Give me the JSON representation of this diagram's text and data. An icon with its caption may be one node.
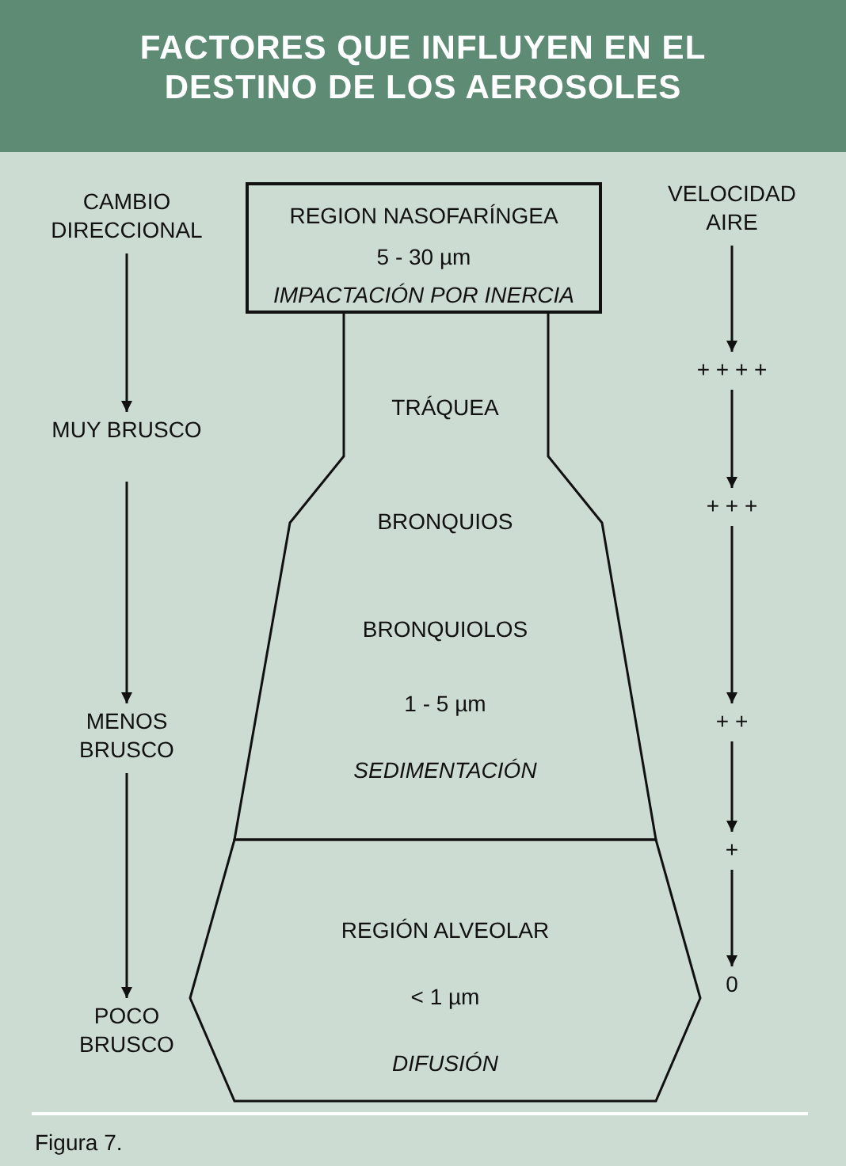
{
  "diagram": {
    "title": "FACTORES QUE INFLUYEN EN EL DESTINO DE LOS AEROSOLES",
    "caption": "Figura 7.",
    "nodes": [
      {
        "text": [
          "CAMBIO DIRECCIONAL"
        ]
      },
      {
        "text": [
          "MUY BRUSCO"
        ]
      },
      {
        "text": [
          "MENOS BRUSCO"
        ]
      },
      {
        "text": [
          "POCO BRUSCO"
        ]
      },
      {
        "text": [
          "VELOCIDAD AIRE"
        ]
      },
      {
        "text": [
          "+ + + +"
        ]
      },
      {
        "text": [
          "+ + +"
        ]
      },
      {
        "text": [
          "+ +"
        ]
      },
      {
        "text": [
          "+"
        ]
      },
      {
        "text": [
          "0"
        ]
      },
      {
        "text": [
          "REGION NASOFARÍNGEA",
          "5 - 30 µm",
          "IMPACTACIÓN POR INERCIA"
        ]
      },
      {
        "text": [
          "TRÁQUEA",
          "BRONQUIOS",
          "BRONQUIOLOS",
          "1 - 5 µm",
          "SEDIMENTACIÓN"
        ]
      },
      {
        "text": [
          "REGIÓN ALVEOLAR",
          "< 1 µm",
          "DIFUSIÓN"
        ]
      }
    ],
    "edges": [
      {
        "from": 0,
        "to": 1,
        "arrow": "to"
      },
      {
        "from": 1,
        "to": 2,
        "arrow": "to"
      },
      {
        "from": 2,
        "to": 3,
        "arrow": "to"
      },
      {
        "from": 4,
        "to": 5,
        "arrow": "to"
      },
      {
        "from": 5,
        "to": 6,
        "arrow": "to"
      },
      {
        "from": 6,
        "to": 7,
        "arrow": "to"
      },
      {
        "from": 7,
        "to": 8,
        "arrow": "to"
      },
      {
        "from": 8,
        "to": 9,
        "arrow": "to"
      }
    ]
  }
}
